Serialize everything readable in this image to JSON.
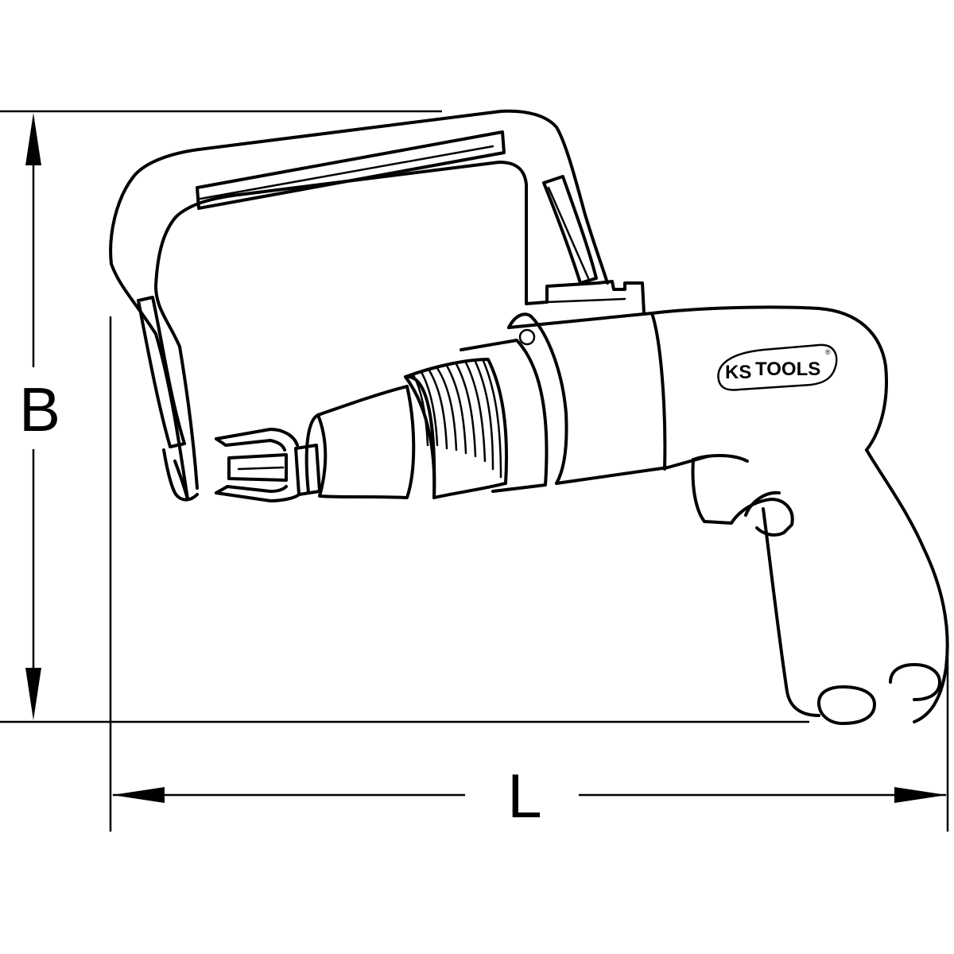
{
  "dimensions": {
    "height_label": "B",
    "length_label": "L"
  },
  "logo": {
    "brand_ks": "KS",
    "brand_tools": "TOOLS",
    "registered": "®"
  }
}
